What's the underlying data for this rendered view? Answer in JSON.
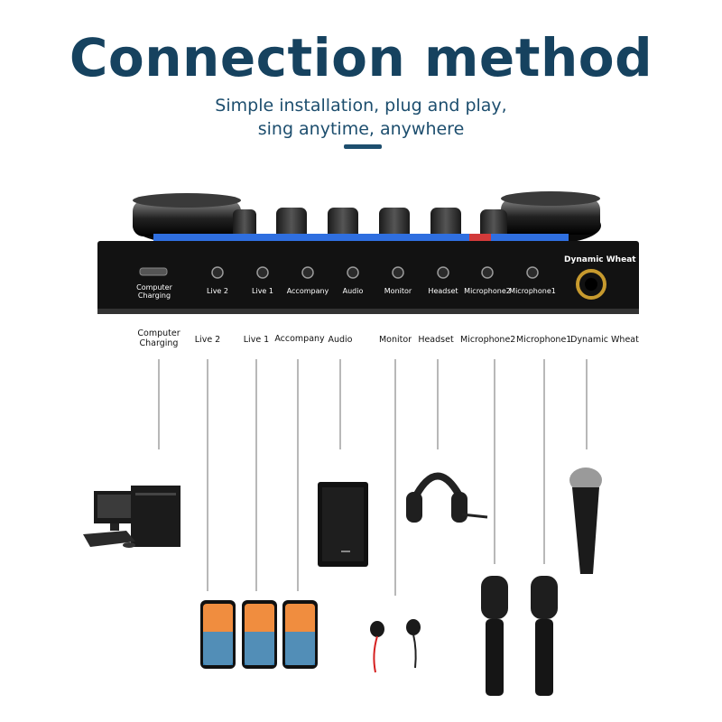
{
  "header": {
    "title": "Connection method",
    "subtitle_line1": "Simple installation, plug and play,",
    "subtitle_line2": "sing anytime, anywhere"
  },
  "device": {
    "ports": [
      {
        "id": "computer",
        "label_line1": "Computer",
        "label_line2": "Charging"
      },
      {
        "id": "live2",
        "label_line1": "Live 2",
        "label_line2": ""
      },
      {
        "id": "live1",
        "label_line1": "Live 1",
        "label_line2": ""
      },
      {
        "id": "accompany",
        "label_line1": "Accompany",
        "label_line2": ""
      },
      {
        "id": "audio",
        "label_line1": "Audio",
        "label_line2": ""
      },
      {
        "id": "monitor",
        "label_line1": "Monitor",
        "label_line2": ""
      },
      {
        "id": "headset",
        "label_line1": "Headset",
        "label_line2": ""
      },
      {
        "id": "mic2",
        "label_line1": "Microphone2",
        "label_line2": ""
      },
      {
        "id": "mic1",
        "label_line1": "Microphone1",
        "label_line2": ""
      }
    ],
    "dynamic_label": "Dynamic Wheat"
  },
  "legend": {
    "computer_line1": "Computer",
    "computer_line2": "Charging",
    "live2": "Live 2",
    "live1": "Live 1",
    "accompany": "Accompany",
    "audio": "Audio",
    "monitor": "Monitor",
    "headset": "Headset",
    "mic2": "Microphone2",
    "mic1": "Microphone1",
    "dynamic": "Dynamic Wheat"
  },
  "colors": {
    "title": "#16425f",
    "knob_accent": "#2f6fe0",
    "device_body": "#121212"
  }
}
